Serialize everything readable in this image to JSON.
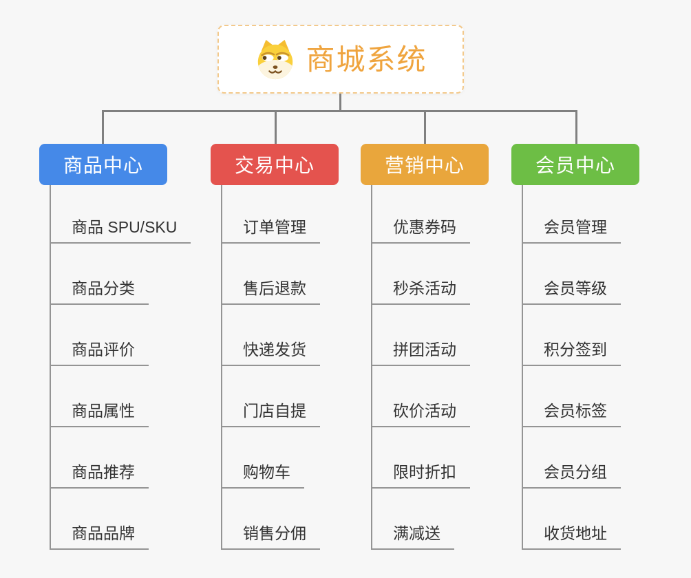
{
  "root": {
    "title": "商城系统",
    "icon": "doge-face-icon"
  },
  "branches": [
    {
      "label": "商品中心",
      "color": "#4589e8",
      "items": [
        "商品 SPU/SKU",
        "商品分类",
        "商品评价",
        "商品属性",
        "商品推荐",
        "商品品牌"
      ]
    },
    {
      "label": "交易中心",
      "color": "#e4534e",
      "items": [
        "订单管理",
        "售后退款",
        "快递发货",
        "门店自提",
        "购物车",
        "销售分佣"
      ]
    },
    {
      "label": "营销中心",
      "color": "#e9a63c",
      "items": [
        "优惠券码",
        "秒杀活动",
        "拼团活动",
        "砍价活动",
        "限时折扣",
        "满减送"
      ]
    },
    {
      "label": "会员中心",
      "color": "#6dbe45",
      "items": [
        "会员管理",
        "会员等级",
        "积分签到",
        "会员标签",
        "会员分组",
        "收货地址"
      ]
    }
  ],
  "colors": {
    "background": "#f7f7f7",
    "connector_line": "#808080",
    "leaf_line": "#949494",
    "leaf_text": "#333333",
    "root_border": "#f3c98b",
    "root_title": "#efa43e",
    "header_text": "#ffffff"
  }
}
